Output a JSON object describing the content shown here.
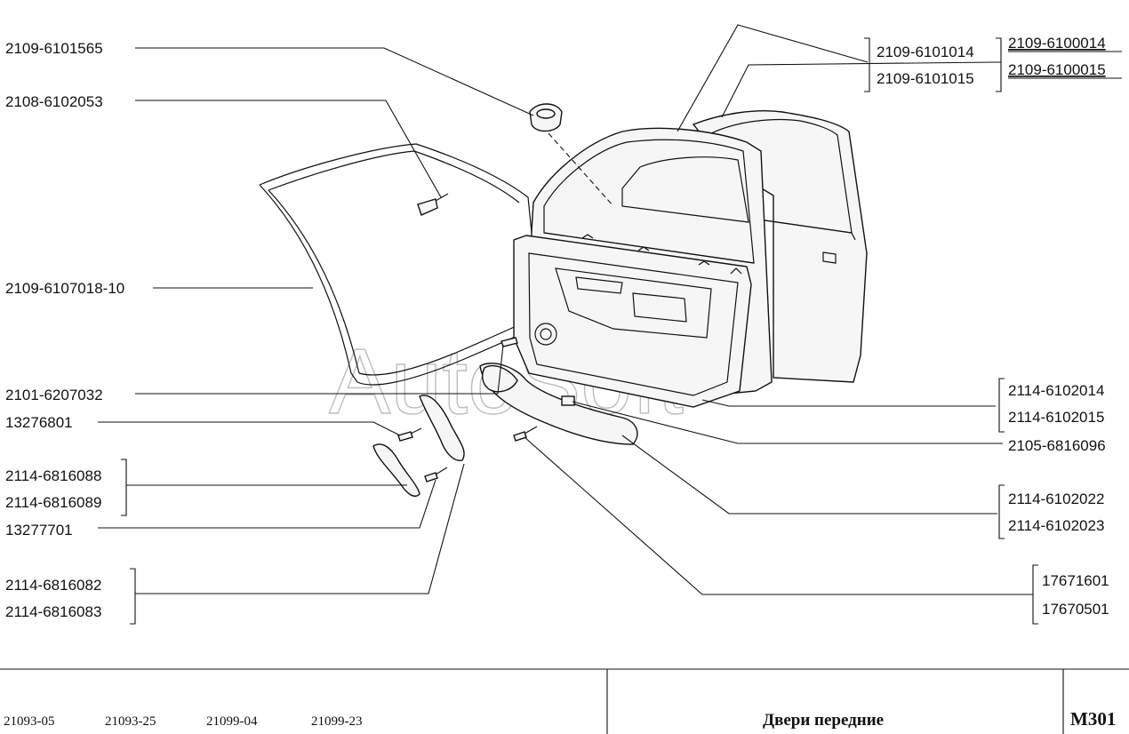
{
  "watermark": "AutoSoft",
  "labels": {
    "l1": "2109-6101565",
    "l2": "2108-6102053",
    "l3": "2109-6107018-10",
    "l4": "2101-6207032",
    "l5": "13276801",
    "l6a": "2114-6816088",
    "l6b": "2114-6816089",
    "l7": "13277701",
    "l8a": "2114-6816082",
    "l8b": "2114-6816083",
    "r1a": "2109-6101014",
    "r1b": "2109-6101015",
    "r2a": "2109-6100014",
    "r2b": "2109-6100015",
    "r3a": "2114-6102014",
    "r3b": "2114-6102015",
    "r4": "2105-6816096",
    "r5a": "2114-6102022",
    "r5b": "2114-6102023",
    "r6a": "17671601",
    "r6b": "17670501"
  },
  "footer": {
    "models": [
      "21093-05",
      "21093-25",
      "21099-04",
      "21099-23"
    ],
    "title": "Двери передние",
    "code": "M301"
  }
}
